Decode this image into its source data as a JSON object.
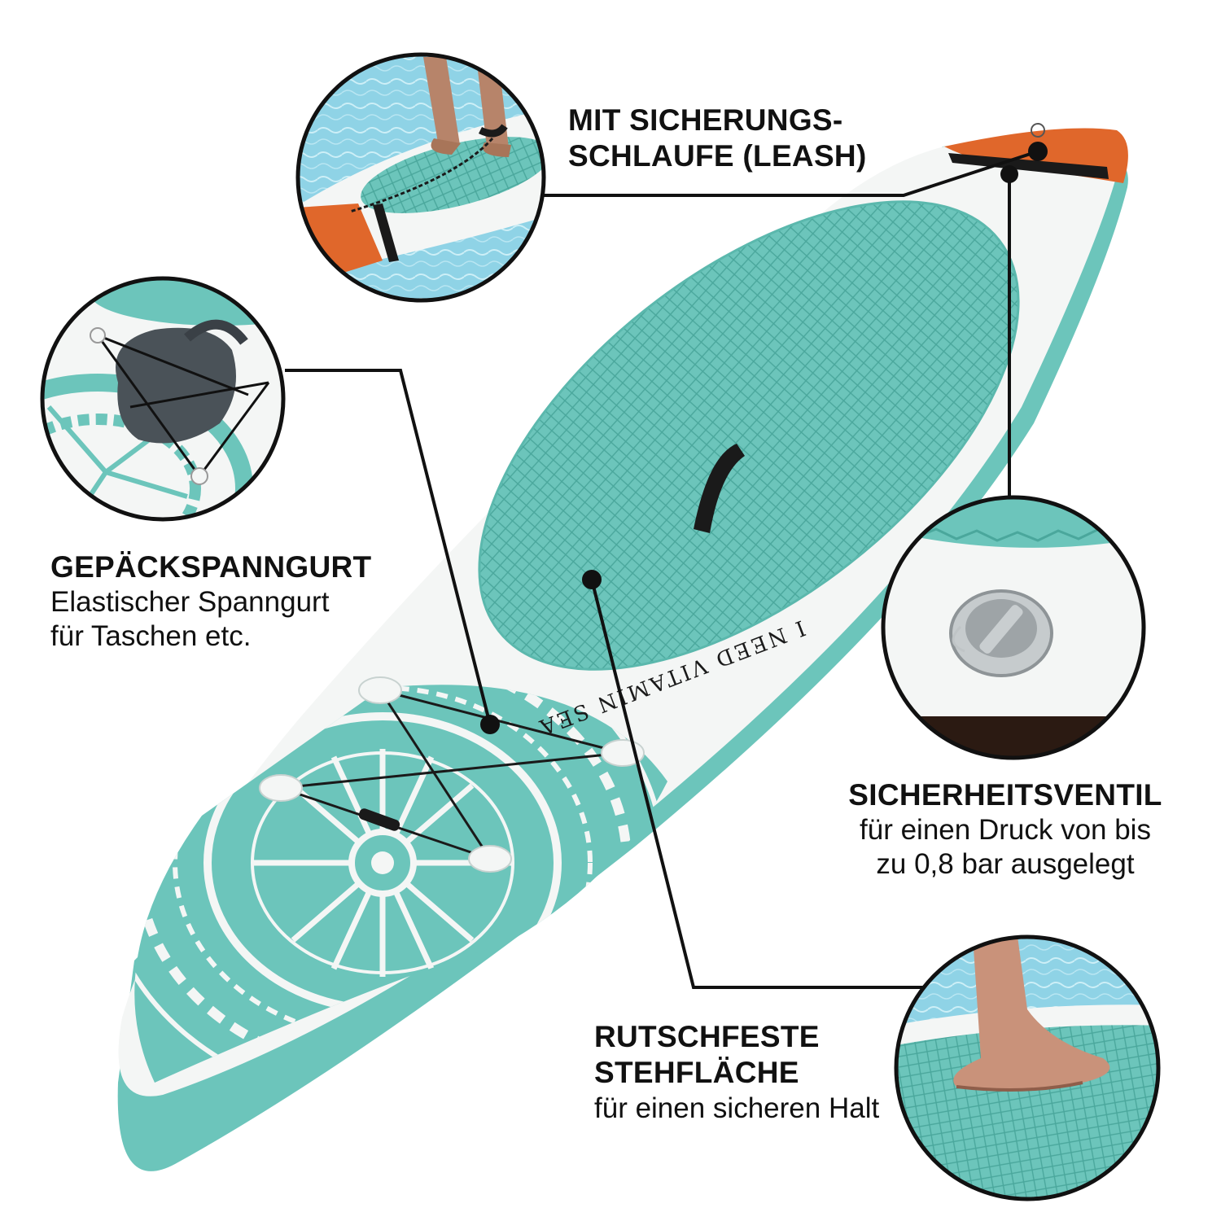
{
  "board": {
    "print_text": "I NEED VITAMIN SEA",
    "colors": {
      "mint": "#6cc5bb",
      "mint_dark": "#4aa79c",
      "white": "#f4f6f5",
      "orange": "#e0672b",
      "black": "#1a1a1a"
    }
  },
  "callouts": {
    "leash": {
      "title_line1": "MIT SICHERUNGS-",
      "title_line2": "SCHLAUFE (LEASH)"
    },
    "bungee": {
      "title": "GEPÄCKSPANNGURT",
      "desc_line1": "Elastischer Spanngurt",
      "desc_line2": "für Taschen etc."
    },
    "valve": {
      "title": "SICHERHEITSVENTIL",
      "desc_line1": "für einen Druck von bis",
      "desc_line2": "zu 0,8 bar ausgelegt"
    },
    "grip": {
      "title_line1": "RUTSCHFESTE",
      "title_line2": "STEHFLÄCHE",
      "desc": "für einen sicheren Halt"
    }
  }
}
